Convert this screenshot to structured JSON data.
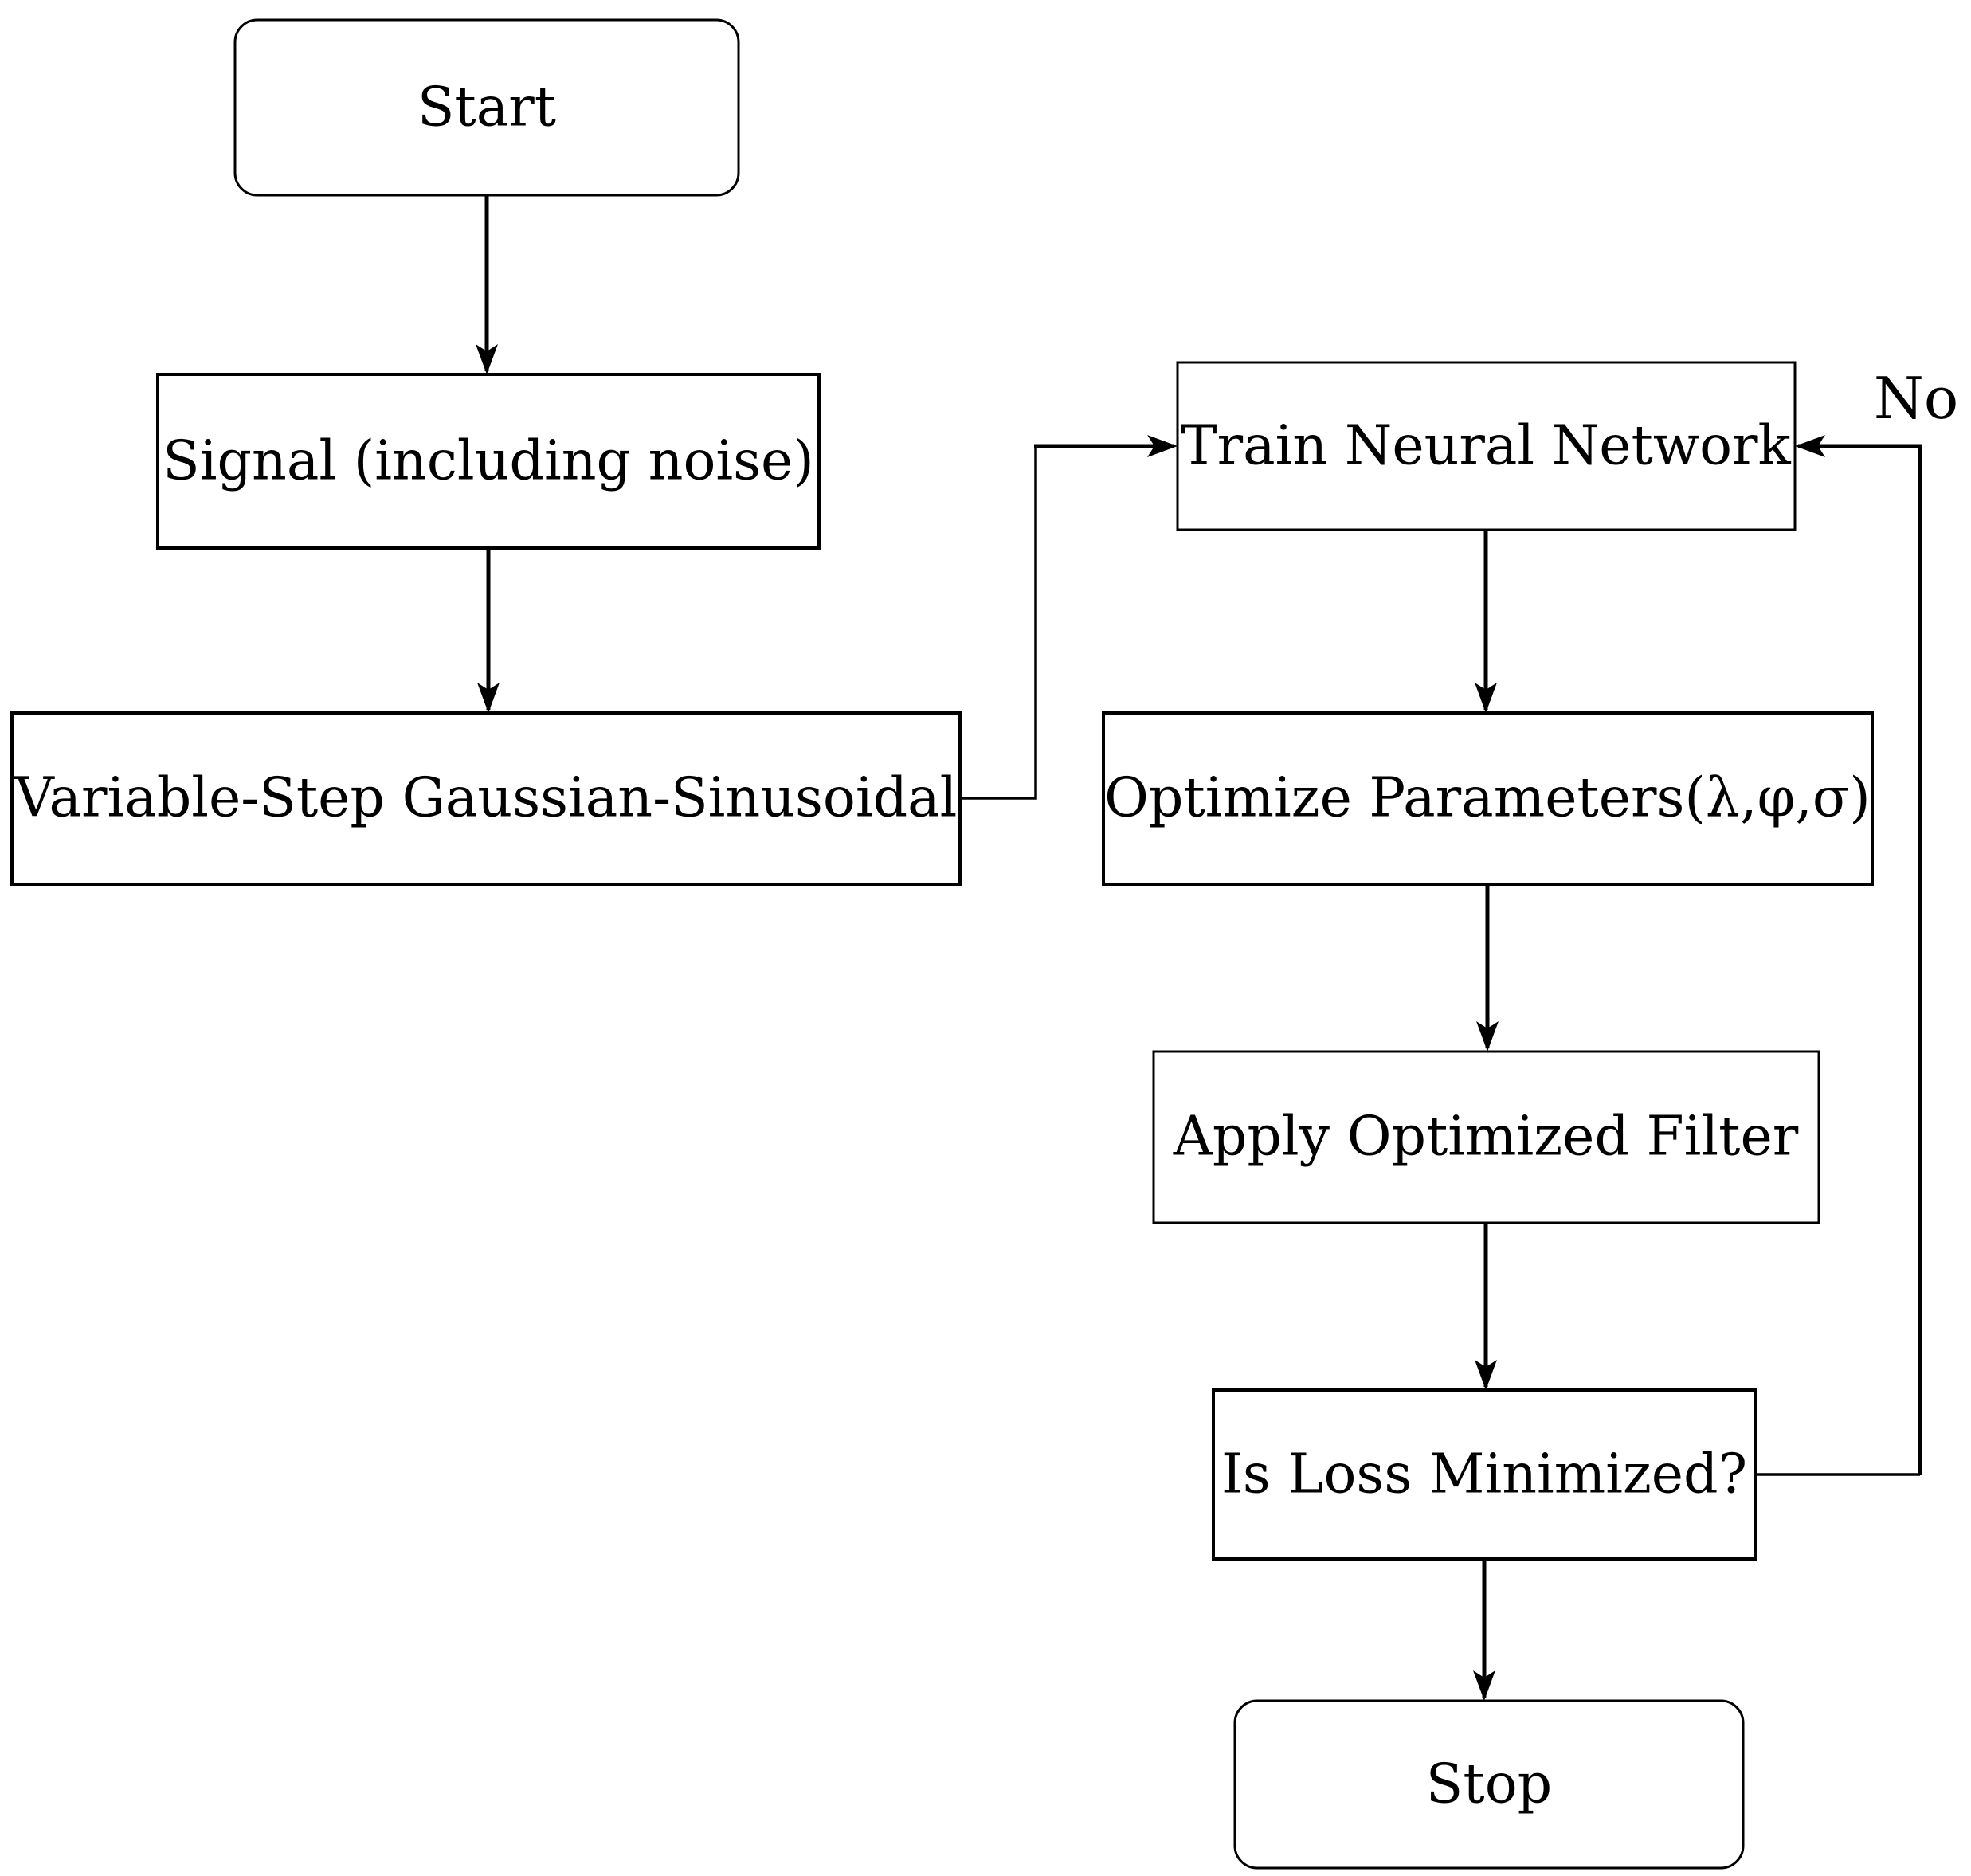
{
  "diagram": {
    "type": "flowchart",
    "background_color": "#ffffff",
    "line_color": "#000000",
    "nodes": [
      {
        "id": "start",
        "label": "Start",
        "shape": "rounded-rect"
      },
      {
        "id": "signal",
        "label": "Signal (including noise)",
        "shape": "rect"
      },
      {
        "id": "vsgs",
        "label": "Variable-Step Gaussian-Sinusoidal",
        "shape": "rect"
      },
      {
        "id": "train",
        "label": "Train Neural Network",
        "shape": "rect"
      },
      {
        "id": "optimize",
        "label": "Optimize Parameters(λ,φ,σ)",
        "shape": "rect"
      },
      {
        "id": "apply",
        "label": "Apply Optimized Filter",
        "shape": "rect"
      },
      {
        "id": "loss",
        "label": "Is Loss Minimized?",
        "shape": "rect"
      },
      {
        "id": "stop",
        "label": "Stop",
        "shape": "rounded-rect"
      }
    ],
    "edges": [
      {
        "from": "start",
        "to": "signal",
        "label": ""
      },
      {
        "from": "signal",
        "to": "vsgs",
        "label": ""
      },
      {
        "from": "vsgs",
        "to": "train",
        "label": ""
      },
      {
        "from": "train",
        "to": "optimize",
        "label": ""
      },
      {
        "from": "optimize",
        "to": "apply",
        "label": ""
      },
      {
        "from": "apply",
        "to": "loss",
        "label": ""
      },
      {
        "from": "loss",
        "to": "stop",
        "label": ""
      },
      {
        "from": "loss",
        "to": "train",
        "label": "No"
      }
    ]
  }
}
